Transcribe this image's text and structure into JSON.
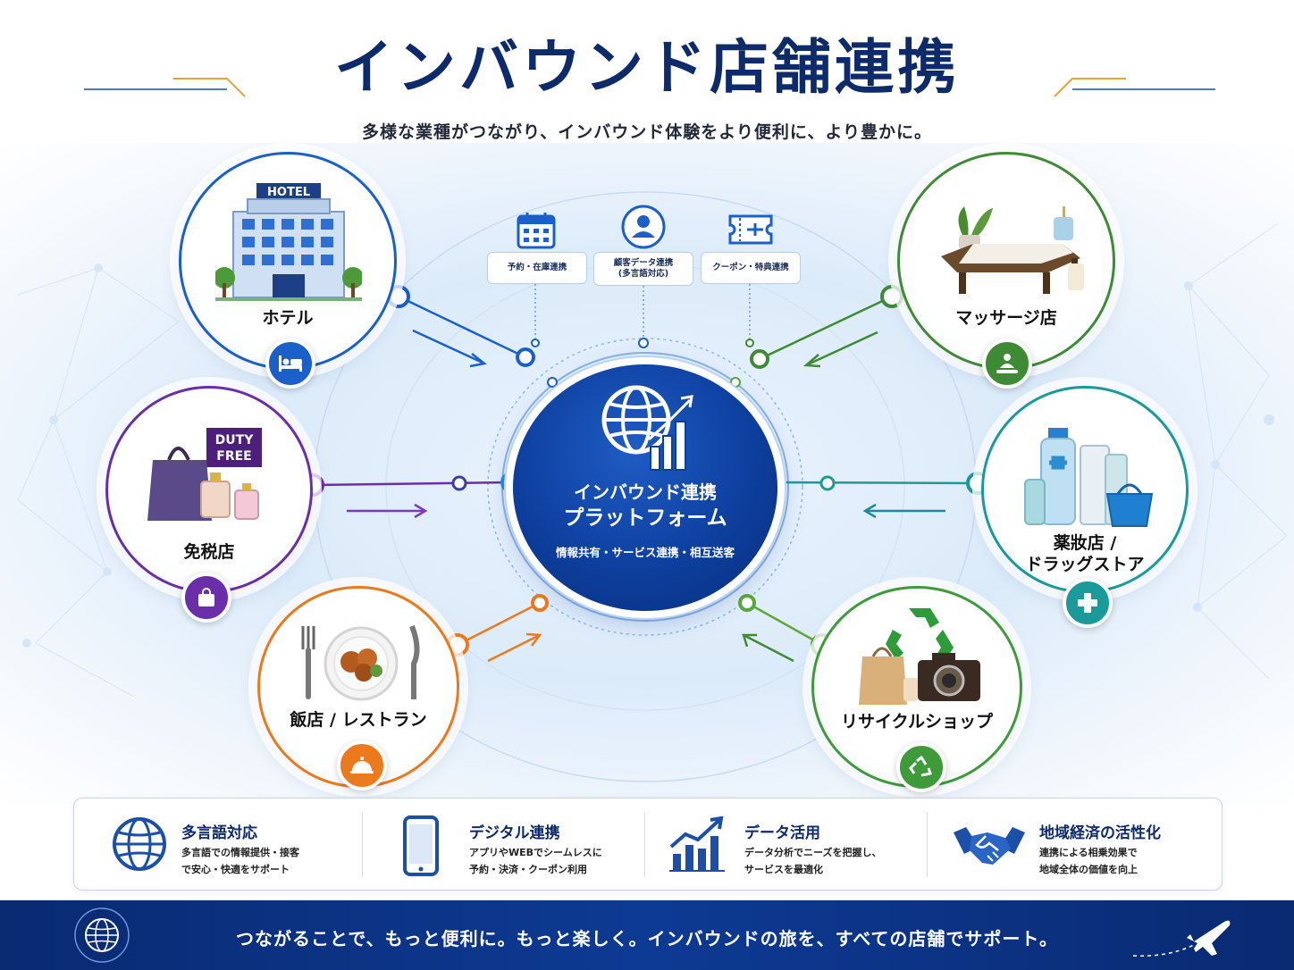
{
  "header": {
    "title": "インバウンド店舗連携",
    "subtitle": "多様な業種がつながり、インバウンド体験をより便利に、より豊かに。"
  },
  "hub": {
    "title_line1": "インバウンド連携",
    "title_line2": "プラットフォーム",
    "subtitle": "情報共有・サービス連携・相互送客"
  },
  "features": [
    {
      "label": "予約・在庫連携",
      "label2": "",
      "icon": "calendar-icon"
    },
    {
      "label": "顧客データ連携",
      "label2": "(多言語対応)",
      "icon": "user-icon"
    },
    {
      "label": "クーポン・特典連携",
      "label2": "",
      "icon": "ticket-icon"
    }
  ],
  "nodes": {
    "hotel": {
      "label": "ホテル",
      "sign": "HOTEL",
      "color": "#1b5fc9",
      "icon": "bed-icon"
    },
    "dutyfree": {
      "label": "免税店",
      "sign_line1": "DUTY",
      "sign_line2": "FREE",
      "color": "#6a2ea8",
      "icon": "shopping-bag-icon"
    },
    "restaurant": {
      "label": "飯店 / レストラン",
      "color": "#ec7a1c",
      "icon": "cloche-icon"
    },
    "massage": {
      "label": "マッサージ店",
      "color": "#3f8a35",
      "icon": "massage-icon"
    },
    "drugstore": {
      "label_line1": "薬妝店 /",
      "label_line2": "ドラッグストア",
      "color": "#1b9a9a",
      "icon": "medical-cross-icon"
    },
    "recycle": {
      "label": "リサイクルショップ",
      "color": "#3f9a3a",
      "icon": "recycle-icon"
    }
  },
  "bottom": [
    {
      "title": "多言語対応",
      "line1": "多言語での情報提供・接客",
      "line2": "で安心・快適をサポート",
      "icon": "globe-icon"
    },
    {
      "title": "デジタル連携",
      "line1": "アプリやWEBでシームレスに",
      "line2": "予約・決済・クーポン利用",
      "icon": "smartphone-icon"
    },
    {
      "title": "データ活用",
      "line1": "データ分析でニーズを把握し、",
      "line2": "サービスを最適化",
      "icon": "chart-icon"
    },
    {
      "title": "地域経済の活性化",
      "line1": "連携による相乗効果で",
      "line2": "地域全体の価値を向上",
      "icon": "handshake-icon"
    }
  ],
  "footer": {
    "text": "つながることで、もっと便利に。もっと楽しく。インバウンドの旅を、すべての店舗でサポート。"
  }
}
